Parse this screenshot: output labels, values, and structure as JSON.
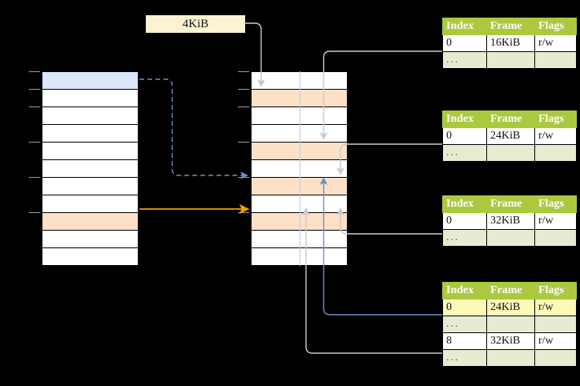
{
  "diagram": {
    "title_label": "4KiB",
    "left_column": {
      "name": "virtual-address-space",
      "rows": [
        {
          "fill": "blue"
        },
        {
          "fill": "white"
        },
        {
          "fill": "white"
        },
        {
          "fill": "white"
        },
        {
          "fill": "white"
        },
        {
          "fill": "white"
        },
        {
          "fill": "white"
        },
        {
          "fill": "white"
        },
        {
          "fill": "orange"
        },
        {
          "fill": "white"
        },
        {
          "fill": "white"
        }
      ]
    },
    "middle_column": {
      "name": "physical-memory",
      "rows": [
        {
          "fill": "white"
        },
        {
          "fill": "orange"
        },
        {
          "fill": "white"
        },
        {
          "fill": "white"
        },
        {
          "fill": "orange"
        },
        {
          "fill": "white"
        },
        {
          "fill": "orange"
        },
        {
          "fill": "white"
        },
        {
          "fill": "orange"
        },
        {
          "fill": "white"
        },
        {
          "fill": "white"
        }
      ]
    },
    "colors": {
      "header_green": "#abc93f",
      "dots_green": "#e6ecd2",
      "highlight_yellow": "#fbf8b8",
      "label_cream": "#fdf3d2",
      "row_blue": "#dbe8f9",
      "row_orange": "#fde0c8",
      "arrow_orange": "#e8a200",
      "arrow_blue": "#6d8fc4",
      "wire_gray": "#c9c9c9"
    },
    "tables": [
      {
        "name": "page-table-1",
        "headers": [
          "Index",
          "Frame",
          "Flags"
        ],
        "rows": [
          {
            "cells": [
              "0",
              "16KiB",
              "r/w"
            ],
            "style": "normal"
          },
          {
            "cells": [
              "...",
              "",
              ""
            ],
            "style": "dots"
          }
        ]
      },
      {
        "name": "page-table-2",
        "headers": [
          "Index",
          "Frame",
          "Flags"
        ],
        "rows": [
          {
            "cells": [
              "0",
              "24KiB",
              "r/w"
            ],
            "style": "normal"
          },
          {
            "cells": [
              "...",
              "",
              ""
            ],
            "style": "dots"
          }
        ]
      },
      {
        "name": "page-table-3",
        "headers": [
          "Index",
          "Frame",
          "Flags"
        ],
        "rows": [
          {
            "cells": [
              "0",
              "32KiB",
              "r/w"
            ],
            "style": "normal"
          },
          {
            "cells": [
              "...",
              "",
              ""
            ],
            "style": "dots"
          }
        ]
      },
      {
        "name": "page-table-4",
        "headers": [
          "Index",
          "Frame",
          "Flags"
        ],
        "rows": [
          {
            "cells": [
              "0",
              "24KiB",
              "r/w"
            ],
            "style": "highlight"
          },
          {
            "cells": [
              "...",
              "",
              ""
            ],
            "style": "dots"
          },
          {
            "cells": [
              "8",
              "32KiB",
              "r/w"
            ],
            "style": "normal"
          },
          {
            "cells": [
              "...",
              "",
              ""
            ],
            "style": "dots"
          }
        ]
      }
    ]
  }
}
